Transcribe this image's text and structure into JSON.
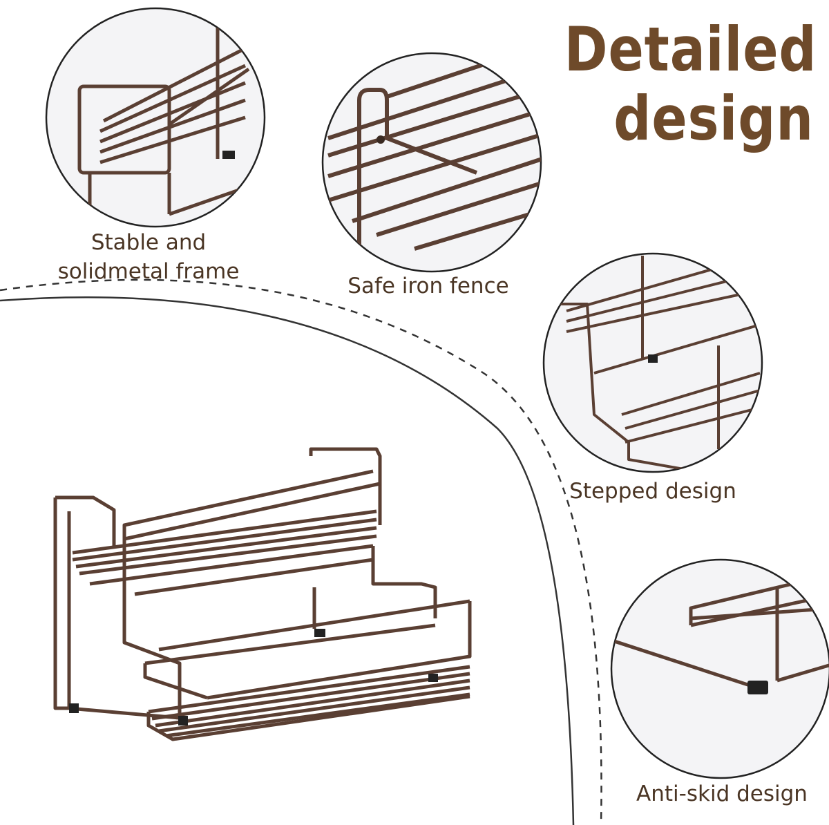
{
  "headline": {
    "line1": "Detailed",
    "line2": "design"
  },
  "features": [
    {
      "label_line1": "Stable and",
      "label_line2": "solidmetal frame"
    },
    {
      "label": "Safe iron fence"
    },
    {
      "label": "Stepped design"
    },
    {
      "label": "Anti-skid design"
    }
  ],
  "colors": {
    "headline": "#6e4a2a",
    "metal": "#5a3f33",
    "caption": "#4a3524"
  }
}
